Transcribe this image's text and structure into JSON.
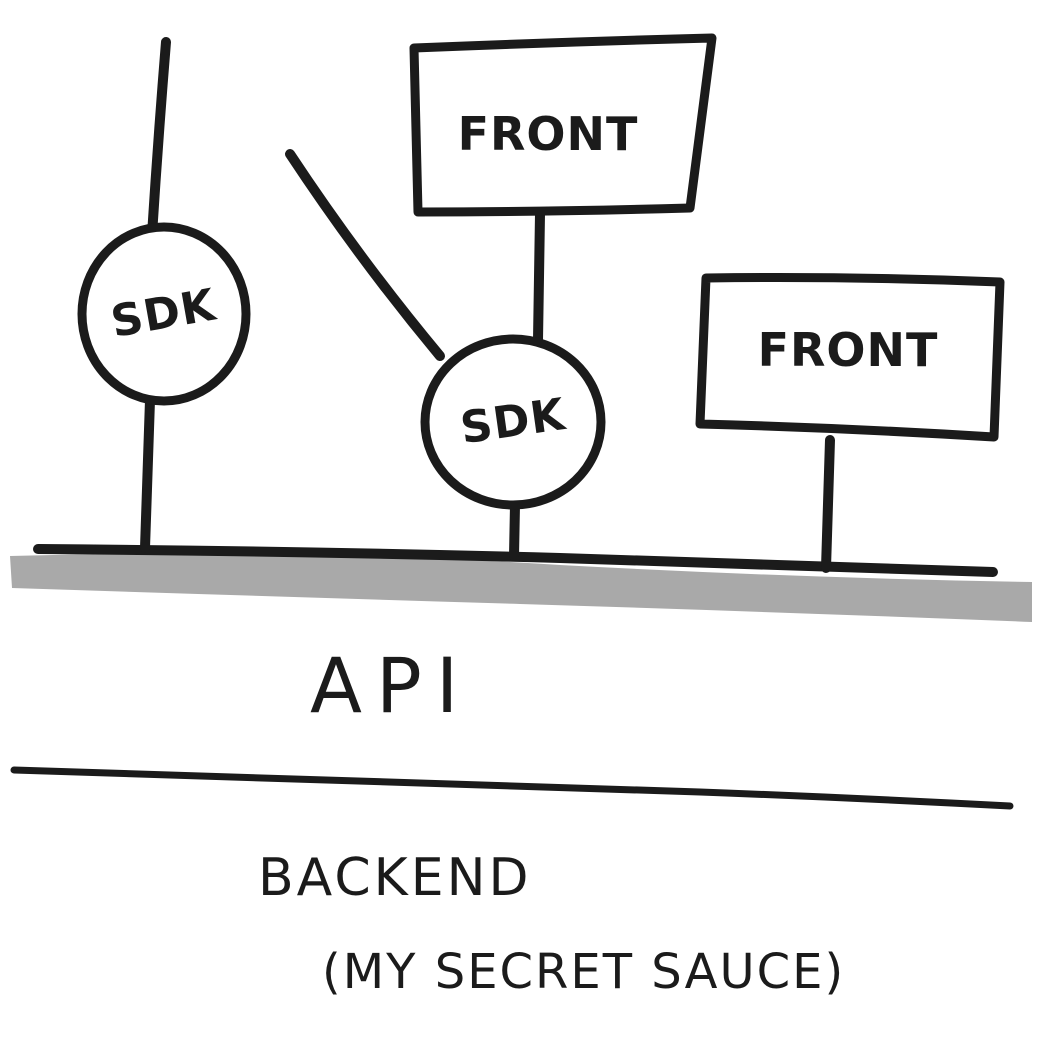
{
  "diagram": {
    "front_top": {
      "label": "FRONT"
    },
    "front_right": {
      "label": "FRONT"
    },
    "sdk_left": {
      "label": "SDK"
    },
    "sdk_center": {
      "label": "SDK"
    },
    "api": {
      "label": "API"
    },
    "backend": {
      "label": "BACKEND",
      "sublabel": "(MY SECRET SAUCE)"
    },
    "colors": {
      "ink": "#1b1b1b",
      "api_band": "#9a9a9a",
      "background": "#ffffff"
    }
  }
}
